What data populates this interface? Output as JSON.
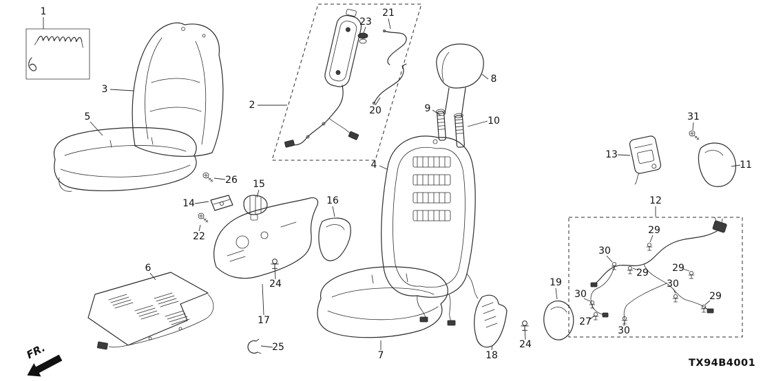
{
  "diagram": {
    "code": "TX94B4001",
    "direction_label": "FR."
  },
  "labels": {
    "l1": "1",
    "l2": "2",
    "l3": "3",
    "l4": "4",
    "l5": "5",
    "l6": "6",
    "l7": "7",
    "l8": "8",
    "l9": "9",
    "l10": "10",
    "l11": "11",
    "l12": "12",
    "l13": "13",
    "l14": "14",
    "l15": "15",
    "l16": "16",
    "l17": "17",
    "l18": "18",
    "l19": "19",
    "l20": "20",
    "l21": "21",
    "l22": "22",
    "l23": "23",
    "l24a": "24",
    "l24b": "24",
    "l25": "25",
    "l26": "26",
    "l27": "27",
    "l29a": "29",
    "l29b": "29",
    "l29c": "29",
    "l29d": "29",
    "l30a": "30",
    "l30b": "30",
    "l30c": "30",
    "l30d": "30",
    "l31": "31"
  }
}
